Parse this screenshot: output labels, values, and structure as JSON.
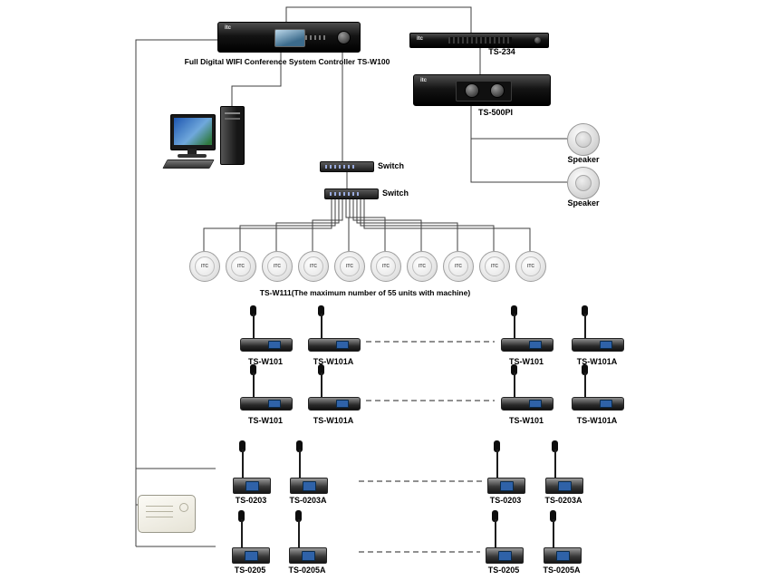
{
  "brand": "ITC",
  "brand_small": "itc",
  "labels": {
    "controller": "Full Digital WIFI Conference System Controller TS-W100",
    "ts234": "TS-234",
    "ts500pi": "TS-500PI",
    "speaker_top": "Speaker",
    "speaker_bottom": "Speaker",
    "switch_top": "Switch",
    "switch_bottom": "Switch",
    "ceiling_units_note": "TS-W111(The maximum number of 55 units with machine)"
  },
  "mic_labels": {
    "row1": [
      "TS-W101",
      "TS-W101A",
      "TS-W101",
      "TS-W101A"
    ],
    "row2": [
      "TS-W101",
      "TS-W101A",
      "TS-W101",
      "TS-W101A"
    ],
    "row3": [
      "TS-0203",
      "TS-0203A",
      "TS-0203",
      "TS-0203A"
    ],
    "row4": [
      "TS-0205",
      "TS-0205A",
      "TS-0205",
      "TS-0205A"
    ]
  }
}
